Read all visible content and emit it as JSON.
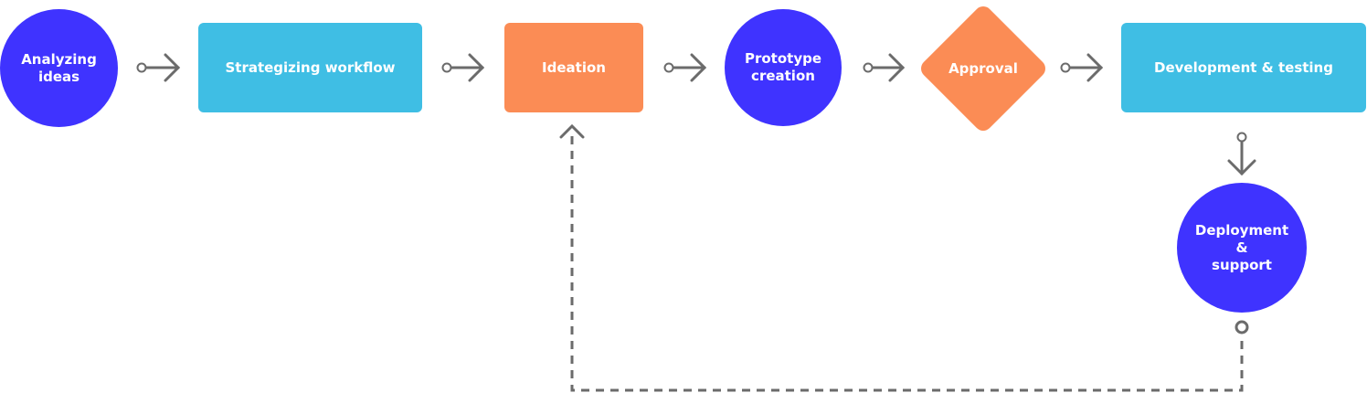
{
  "nodes": {
    "analyzing": "Analyzing\nideas",
    "strategizing": "Strategizing workflow",
    "ideation": "Ideation",
    "prototype": "Prototype\ncreation",
    "approval": "Approval",
    "development": "Development & testing",
    "deployment": "Deployment\n&\nsupport"
  },
  "colors": {
    "circle": "#3f33ff",
    "rect_blue": "#3fbee4",
    "orange": "#fb8c55",
    "connector": "#6b6b6b"
  }
}
